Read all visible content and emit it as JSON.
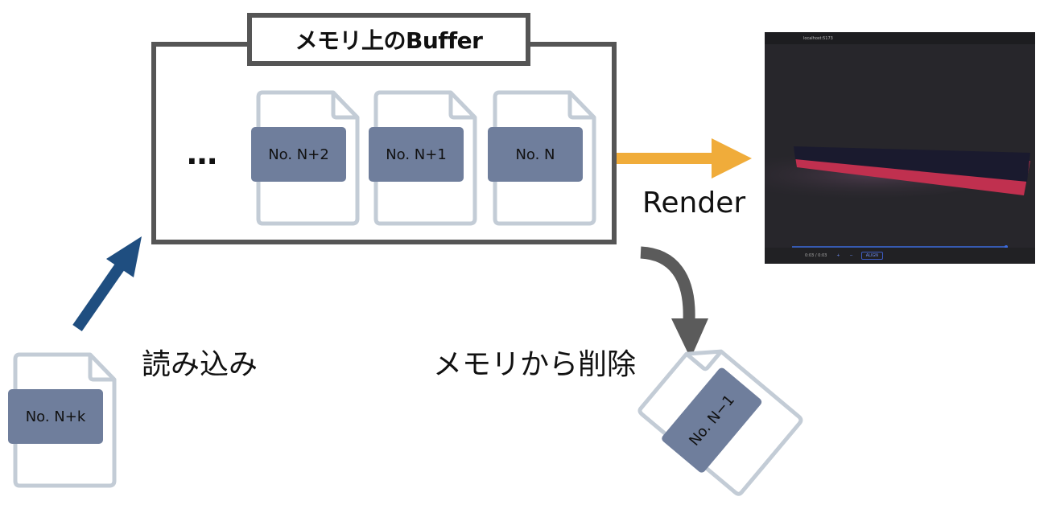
{
  "buffer": {
    "title": "メモリ上のBuffer",
    "ellipsis": "…"
  },
  "docs": {
    "n_plus_2": "No. N+2",
    "n_plus_1": "No. N+1",
    "n": "No. N",
    "n_plus_k": "No. N+k",
    "n_minus_1": "No. N−1"
  },
  "labels": {
    "render": "Render",
    "load": "読み込み",
    "delete": "メモリから削除"
  },
  "screenshot": {
    "url": "localhost:5173",
    "time": "0:03 / 0:03",
    "plus": "+",
    "minus": "−",
    "align": "ALIGN"
  },
  "colors": {
    "buffer_border": "#555555",
    "doc_outline": "#c3ccd6",
    "doc_label": "#6f7e9c",
    "render_arrow": "#f0ac3a",
    "load_arrow": "#1f4e80",
    "delete_arrow": "#5b5b5b"
  }
}
